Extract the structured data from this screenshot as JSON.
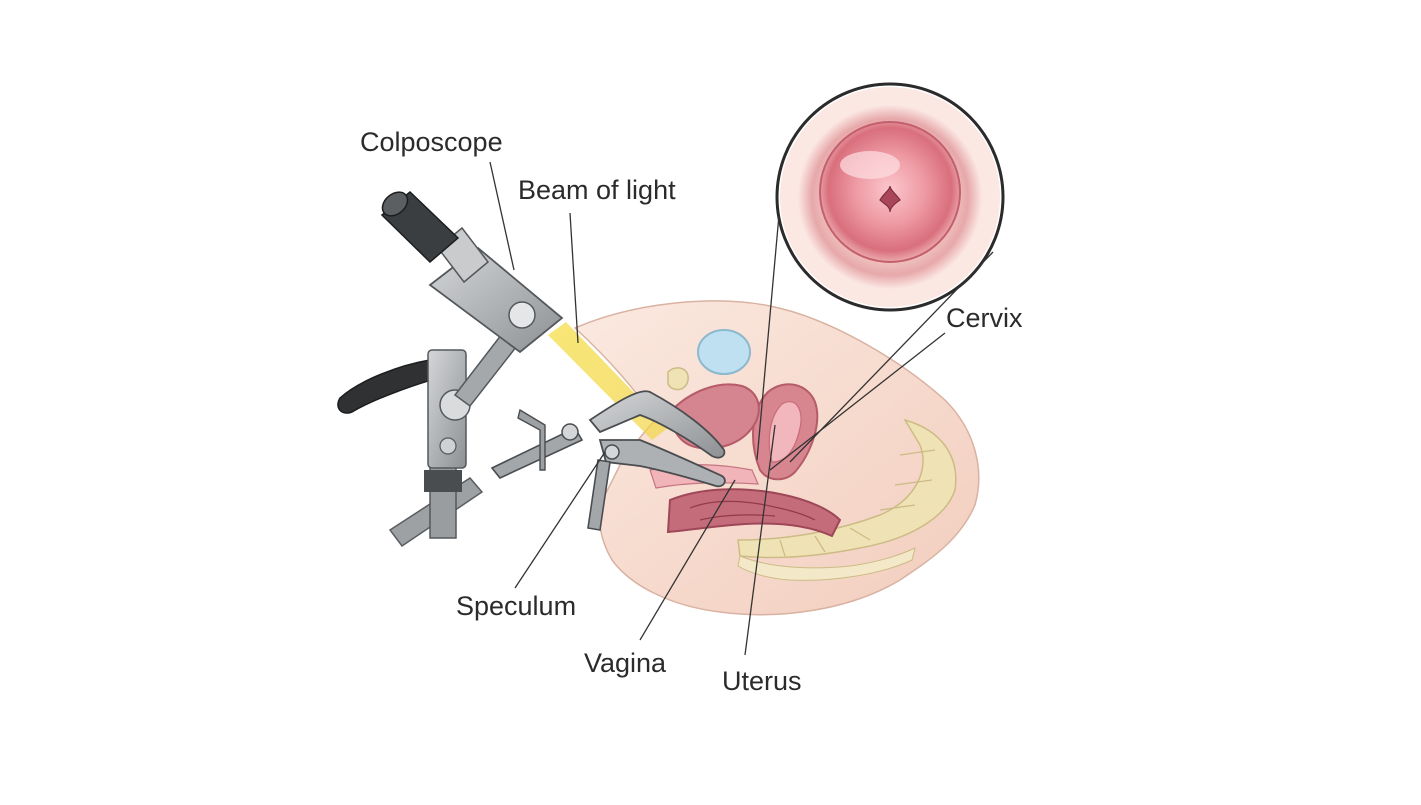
{
  "labels": {
    "colposcope": "Colposcope",
    "beam": "Beam of light",
    "cervix": "Cervix",
    "speculum": "Speculum",
    "vagina": "Vagina",
    "uterus": "Uterus"
  },
  "colors": {
    "skin": "#f6dcd0",
    "skin_shadow": "#e8bfae",
    "tissue": "#d7858f",
    "tissue_dark": "#b65b69",
    "cervix_pink": "#e88e99",
    "bladder": "#bfe0f0",
    "bone": "#efe3b6",
    "instrument": "#b6b8ba",
    "instrument_dark": "#55585b",
    "beam": "#f3dc4a"
  }
}
